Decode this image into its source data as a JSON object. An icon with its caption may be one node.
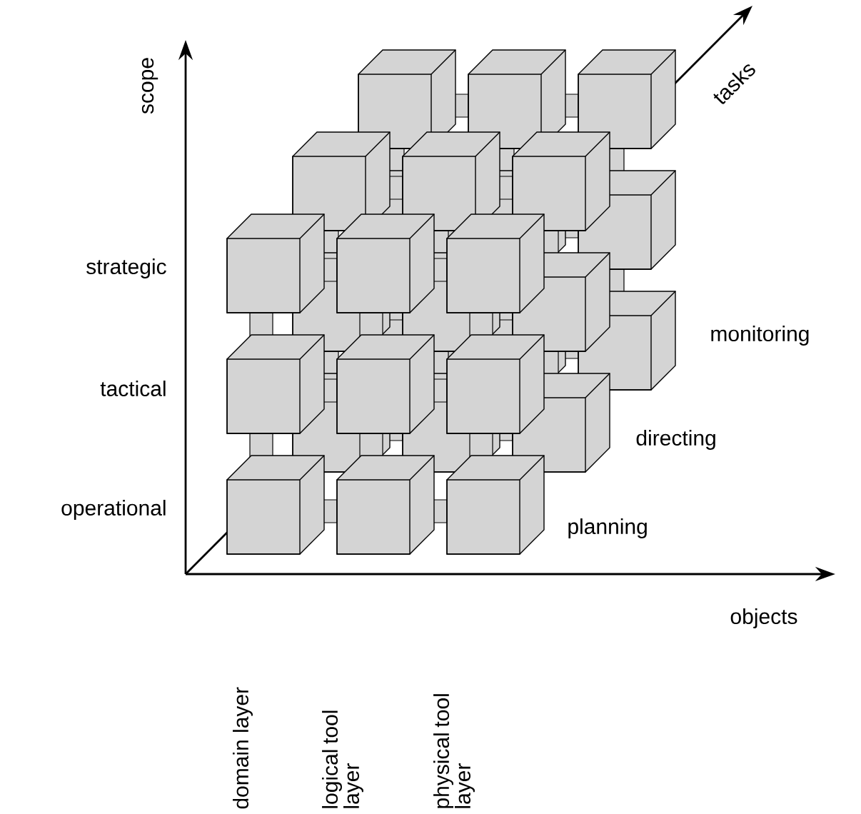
{
  "diagram": {
    "labels": [
      "scope",
      "tasks",
      "strategic",
      "monitoring",
      "tactical",
      "directing",
      "operational",
      "planning",
      "objects",
      "domain layer",
      "logical tool layer",
      "physical tool layer"
    ]
  }
}
